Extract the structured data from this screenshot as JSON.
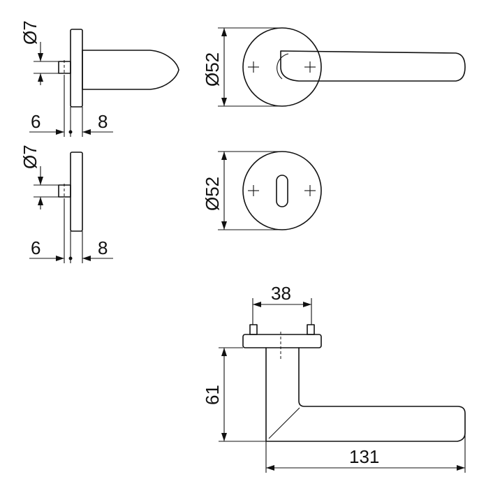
{
  "drawing": {
    "side_rose_top": {
      "pin_diameter": "Ø7",
      "left_offset": "6",
      "right_offset": "8"
    },
    "side_rose_bottom": {
      "pin_diameter": "Ø7",
      "left_offset": "6",
      "right_offset": "8"
    },
    "front_handle_rose": {
      "diameter": "Ø52"
    },
    "front_key_rose": {
      "diameter": "Ø52"
    },
    "top_view_handle": {
      "screw_spacing": "38",
      "height": "61",
      "length": "131"
    }
  }
}
